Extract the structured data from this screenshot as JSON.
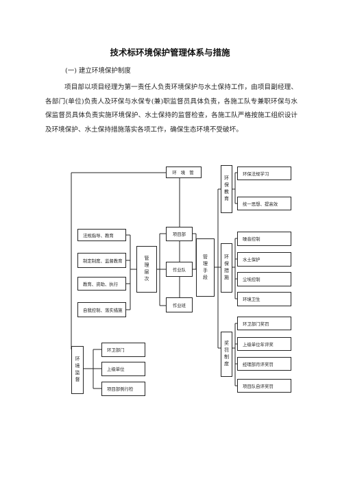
{
  "title": "技术标环境保护管理体系与措施",
  "section": "(一)  建立环境保护制度",
  "paragraph": "项目部以项目经理为第一责任人负责环境保护与水土保持工作，由项目副经理、各部门(单位)负责人及环保与水保专(兼)职监督员具体负责，各施工队专兼职环保与水保监督员具体负责实施环境保护、水土保持的监督检查，各施工队严格按施工组织设计及环境保护、水土保持措施落实各项工作，确保生态环境不受破坏。",
  "diagram": {
    "top": "环 境 管",
    "left_items": [
      "法规指导、教育",
      "制定制度、监督教育",
      "教育、资助、执行",
      "自我控制、落实措施"
    ],
    "mgmt_level": "管理层次",
    "levels": [
      "项目部",
      "作业队",
      "作业班"
    ],
    "mgmt_means": "管理手段",
    "edu": "环保教育",
    "edu_items": [
      "环保法规学习",
      "统一思想、提高效"
    ],
    "measures": "环保措施",
    "measure_items": [
      "噪音控制",
      "水土保护",
      "尘埃控制",
      "环境卫生"
    ],
    "reward": "奖罚制度",
    "reward_items": [
      "环卫部门奖罚",
      "上级单位年评奖",
      "经理部月评奖罚",
      "项目队自评奖罚"
    ],
    "supervision": "环境监督",
    "supervision_items": [
      "环卫部门",
      "上级单位",
      "项目部例行检"
    ]
  }
}
